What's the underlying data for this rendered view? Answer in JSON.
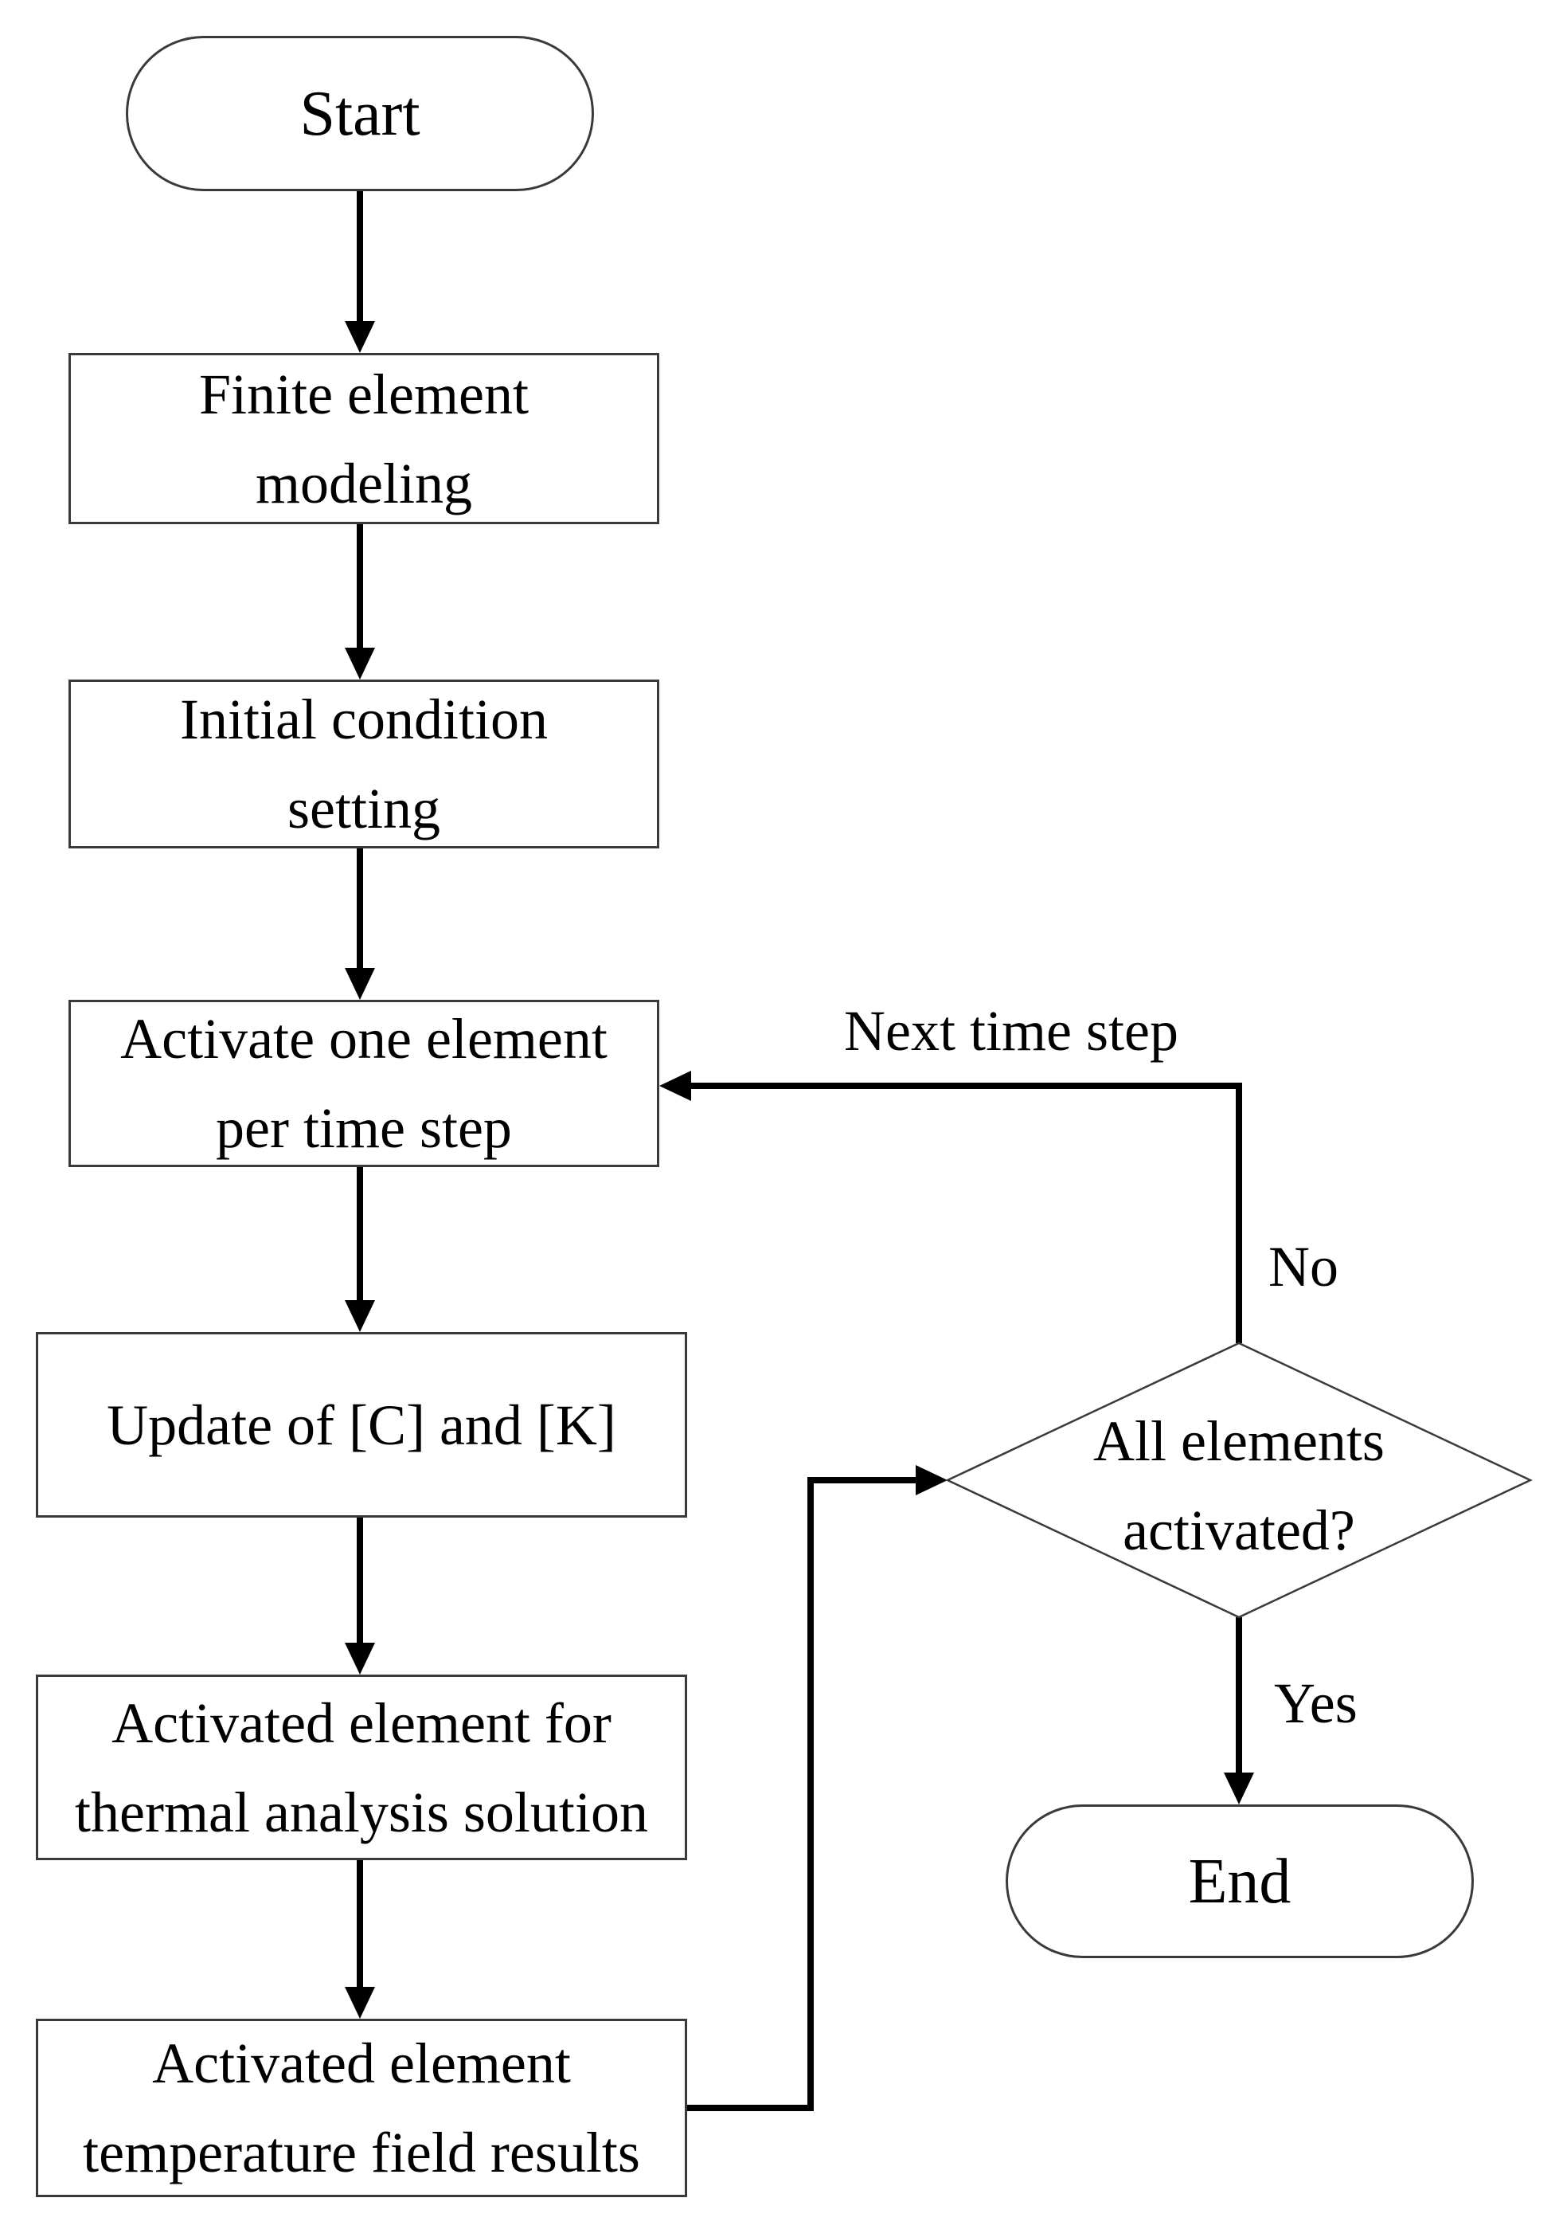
{
  "flowchart": {
    "colors": {
      "background": "#ffffff",
      "line": "#000000",
      "shape_border": "#3a3a3a",
      "text": "#000000"
    },
    "nodes": {
      "start": {
        "label": "Start"
      },
      "finite_element_modeling": {
        "line1": "Finite element",
        "line2": "modeling"
      },
      "initial_condition_setting": {
        "line1": "Initial condition",
        "line2": "setting"
      },
      "activate_one_element": {
        "line1": "Activate one element",
        "line2": "per time step"
      },
      "update_of_c_and_k": {
        "label": "Update of [C] and [K]"
      },
      "thermal_analysis_solution": {
        "line1": "Activated element for",
        "line2": "thermal analysis solution"
      },
      "temperature_field_results": {
        "line1": "Activated element",
        "line2": "temperature field results"
      },
      "all_elements_activated": {
        "line1": "All elements",
        "line2": "activated?"
      },
      "end": {
        "label": "End"
      }
    },
    "edge_labels": {
      "loop": "Next time step",
      "no": "No",
      "yes": "Yes"
    }
  }
}
